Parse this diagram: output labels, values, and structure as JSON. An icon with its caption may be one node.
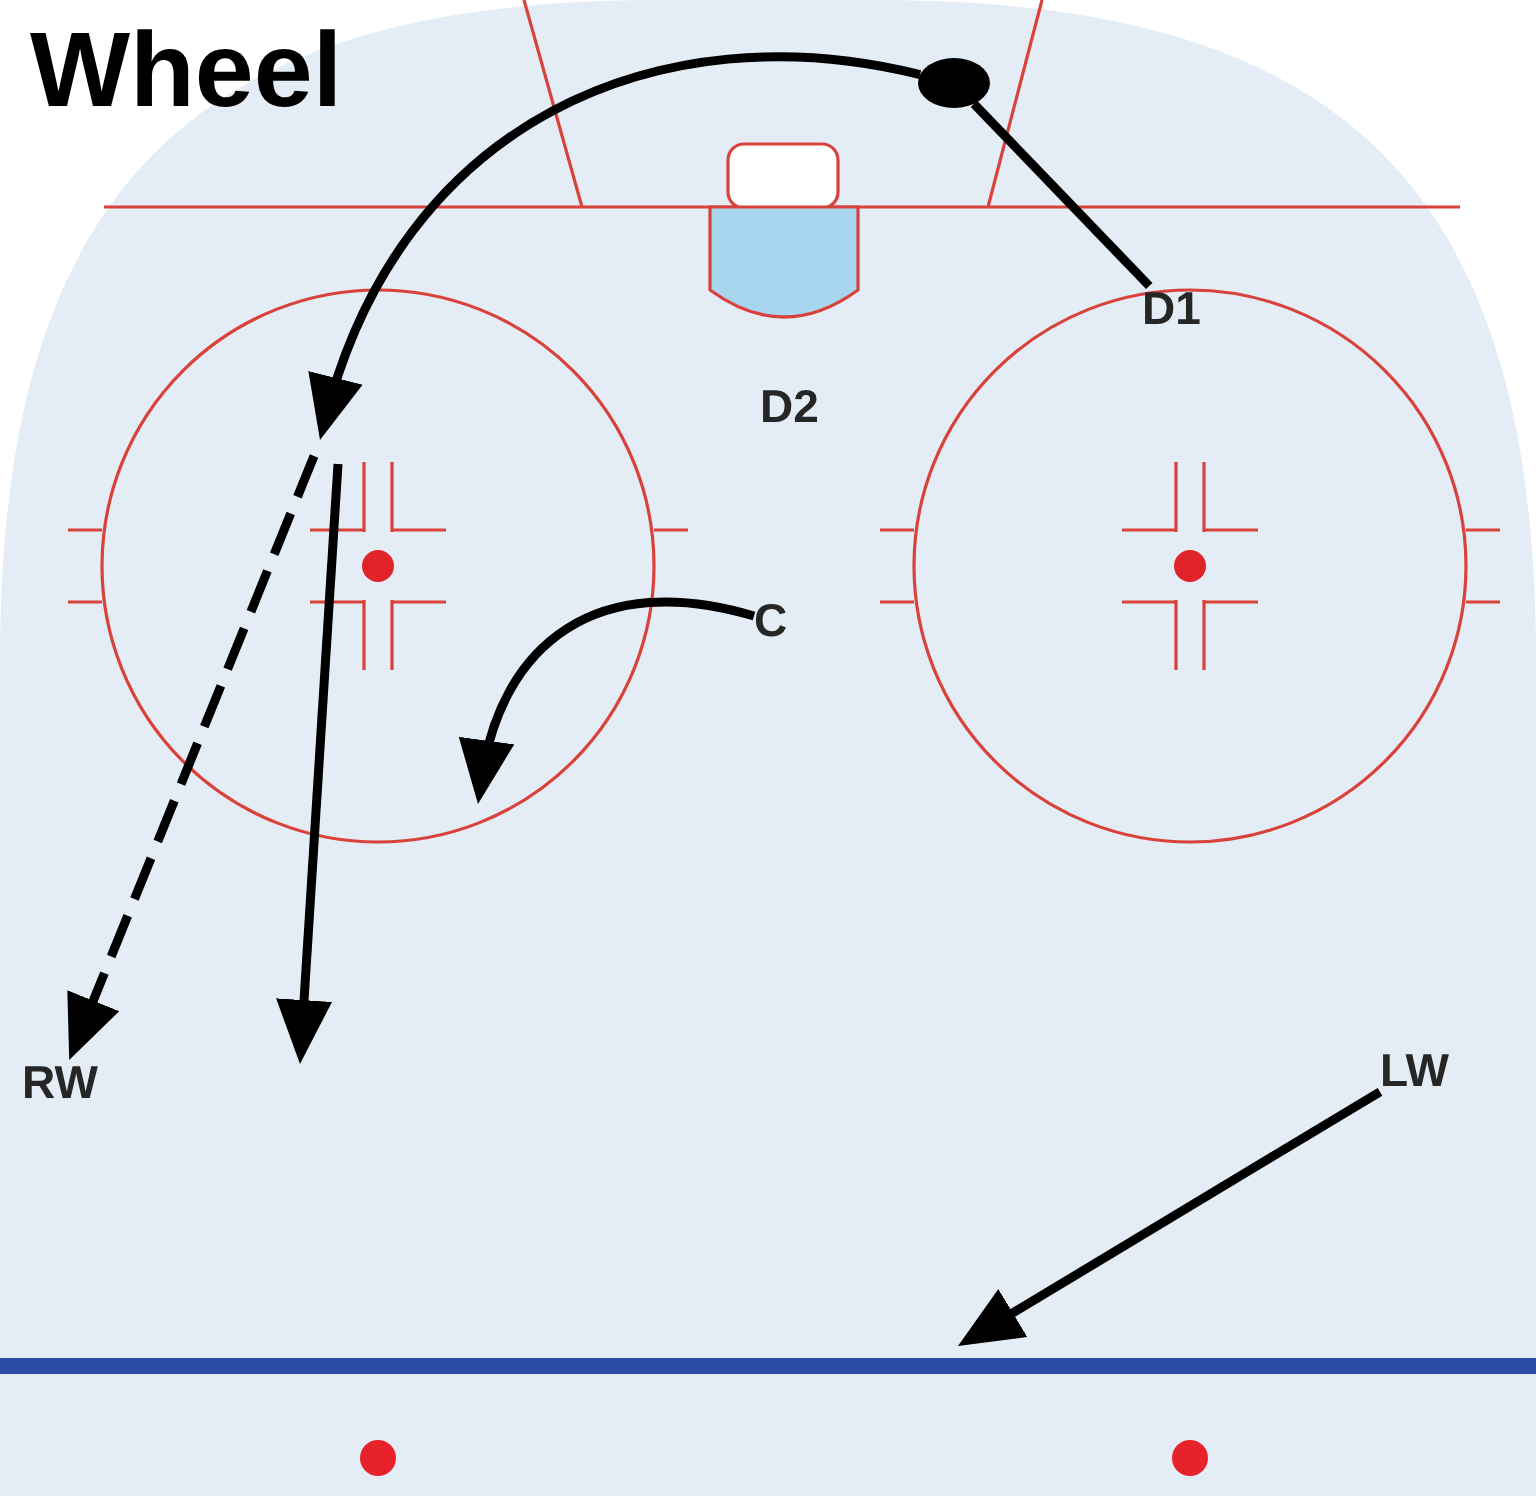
{
  "diagram": {
    "title": "Wheel",
    "nodes": [
      {
        "text": [],
        "shape": "circle"
      },
      {
        "text": [
          "D1"
        ]
      },
      {
        "text": [
          "D2"
        ]
      },
      {
        "text": [
          "C"
        ]
      },
      {
        "text": [
          "RW"
        ]
      },
      {
        "text": [
          "LW"
        ]
      }
    ],
    "edges": [
      {
        "from": 0,
        "to": 1,
        "arrow": "none"
      },
      {
        "from": 0,
        "to": null,
        "arrow": "to"
      },
      {
        "from": null,
        "to": 4,
        "arrow": "to",
        "style": "dashed"
      },
      {
        "from": 3,
        "to": null,
        "arrow": "to"
      },
      {
        "from": 5,
        "to": null,
        "arrow": "to"
      }
    ]
  }
}
